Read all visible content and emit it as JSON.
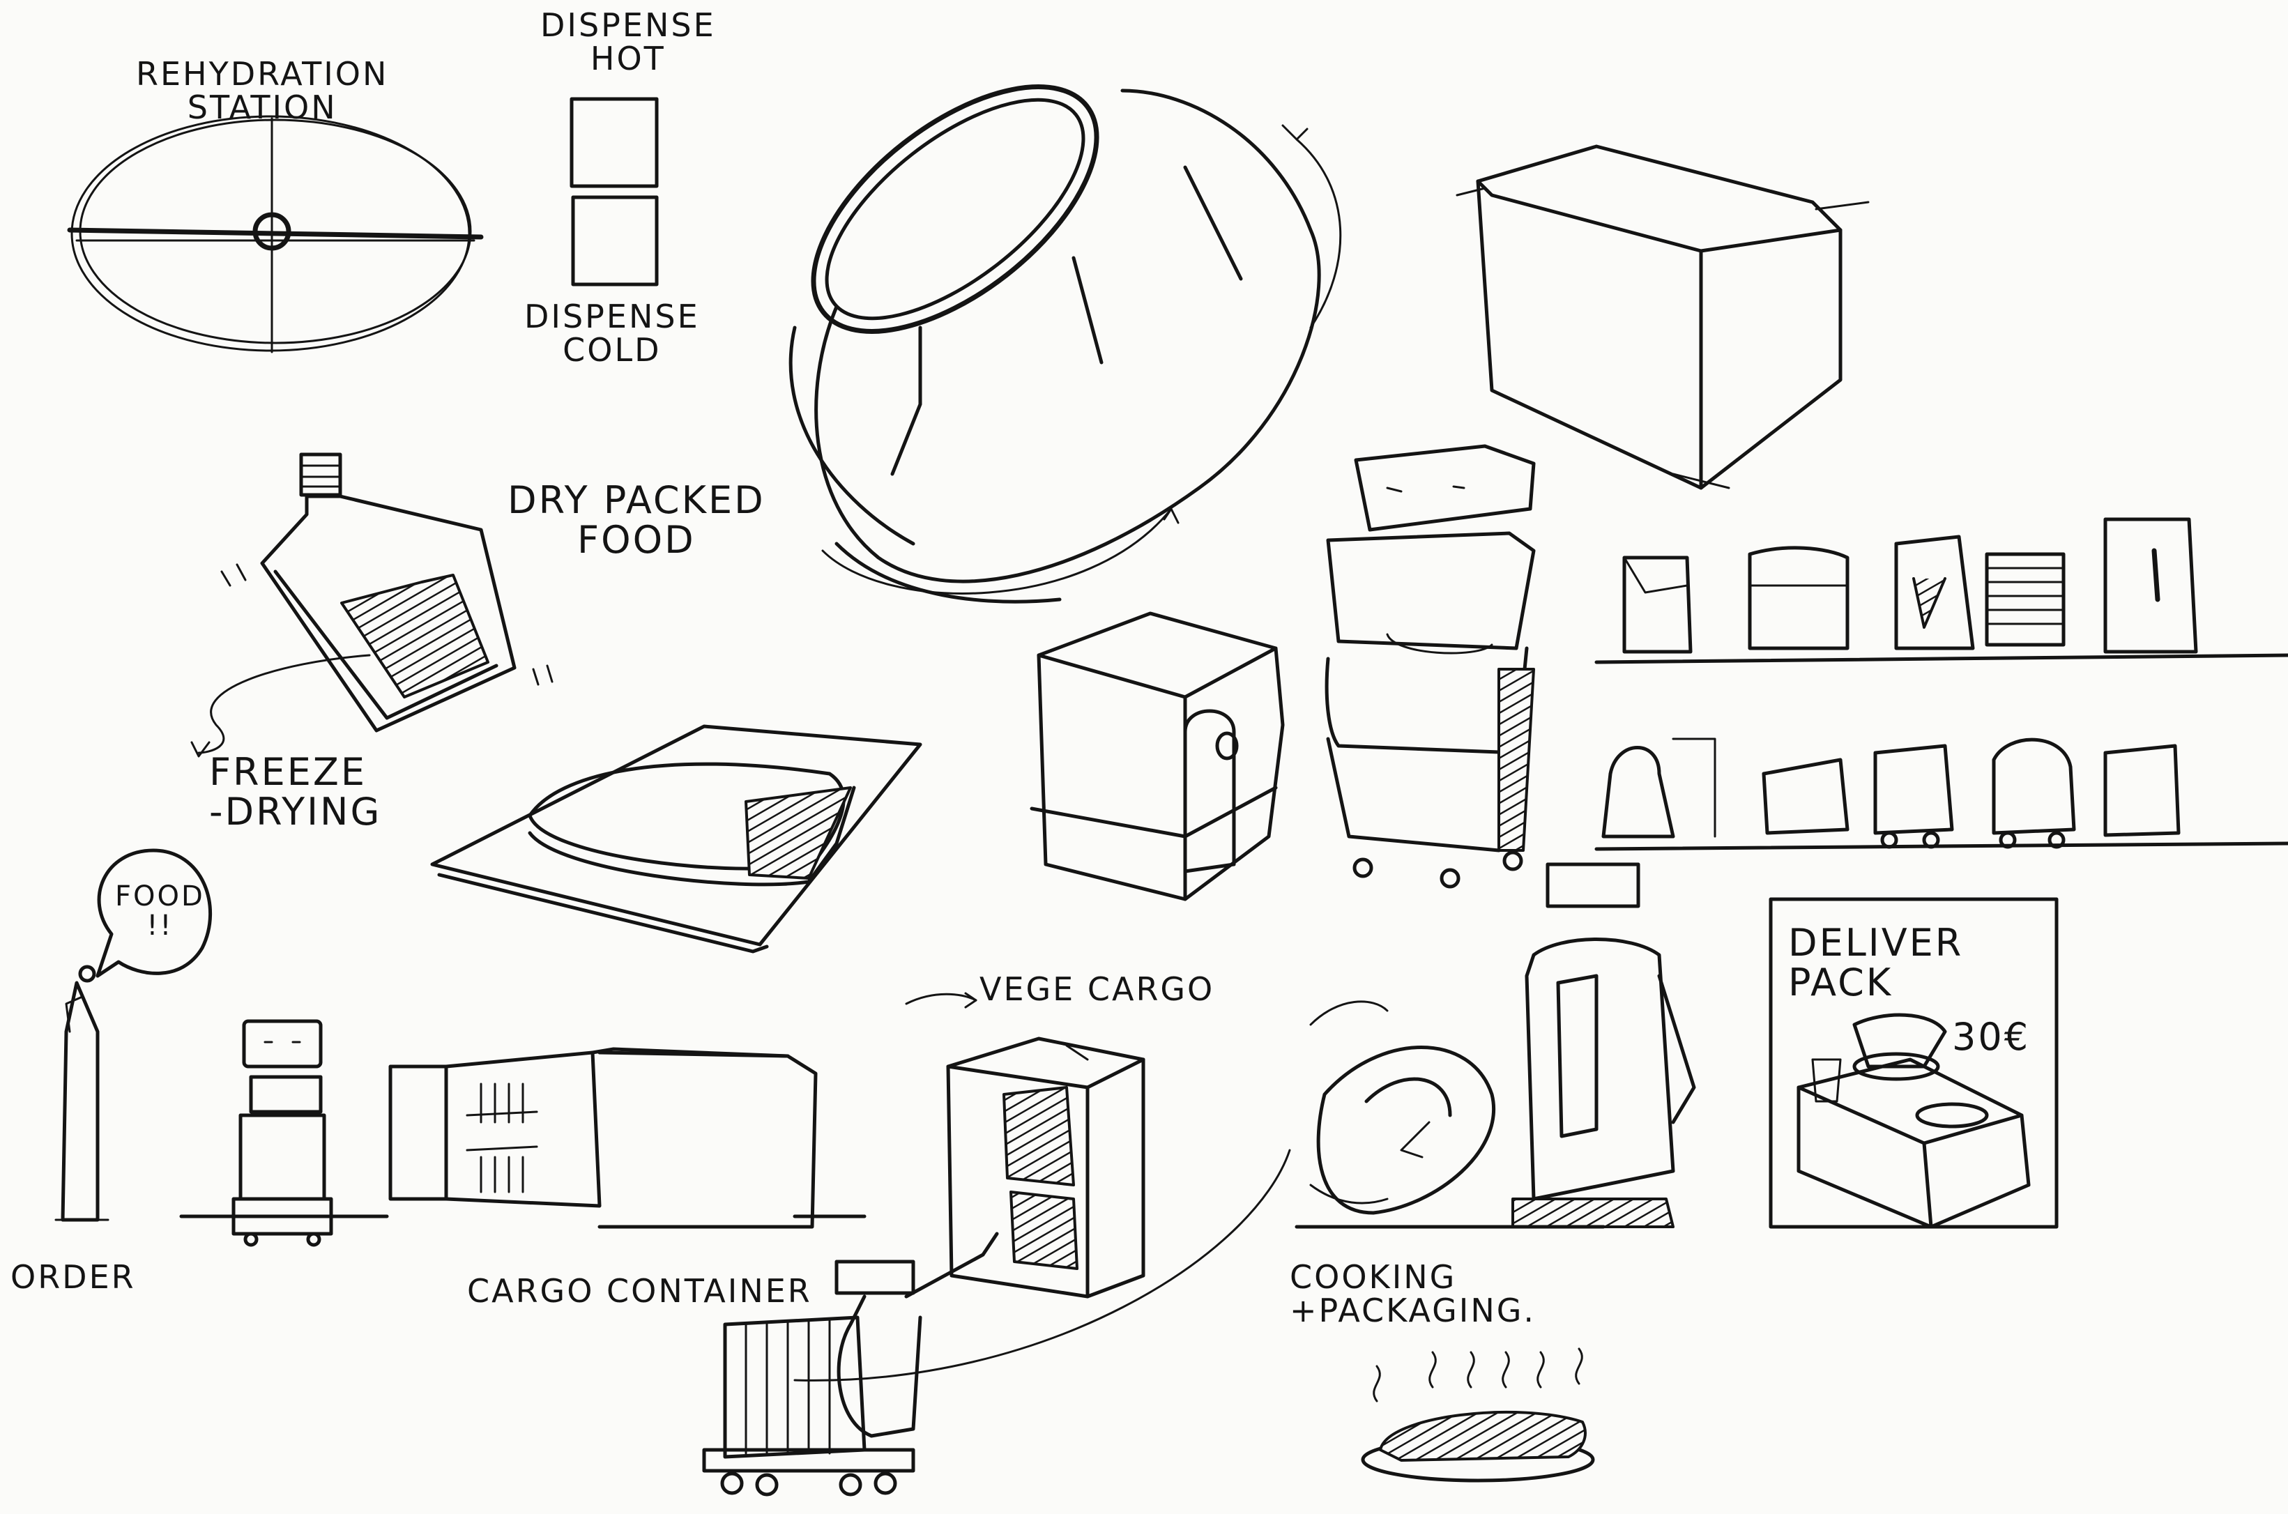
{
  "labels": {
    "rehydration_station": "REHYDRATION\nSTATION",
    "dispense_hot": "DISPENSE\nHOT",
    "dispense_cold": "DISPENSE\nCOLD",
    "dry_packed_food": "DRY PACKED\nFOOD",
    "freeze_drying": "FREEZE\n-DRYING",
    "food_bubble": "FOOD\n!!",
    "order": "ORDER",
    "cargo_container": "CARGO CONTAINER",
    "vege_cargo": "VEGE CARGO",
    "cooking_packaging": "COOKING\n+PACKAGING.",
    "deliver_pack": "DELIVER\nPACK",
    "price": "30€"
  },
  "colors": {
    "ink": "#141414",
    "paper": "#fbfbf9"
  }
}
